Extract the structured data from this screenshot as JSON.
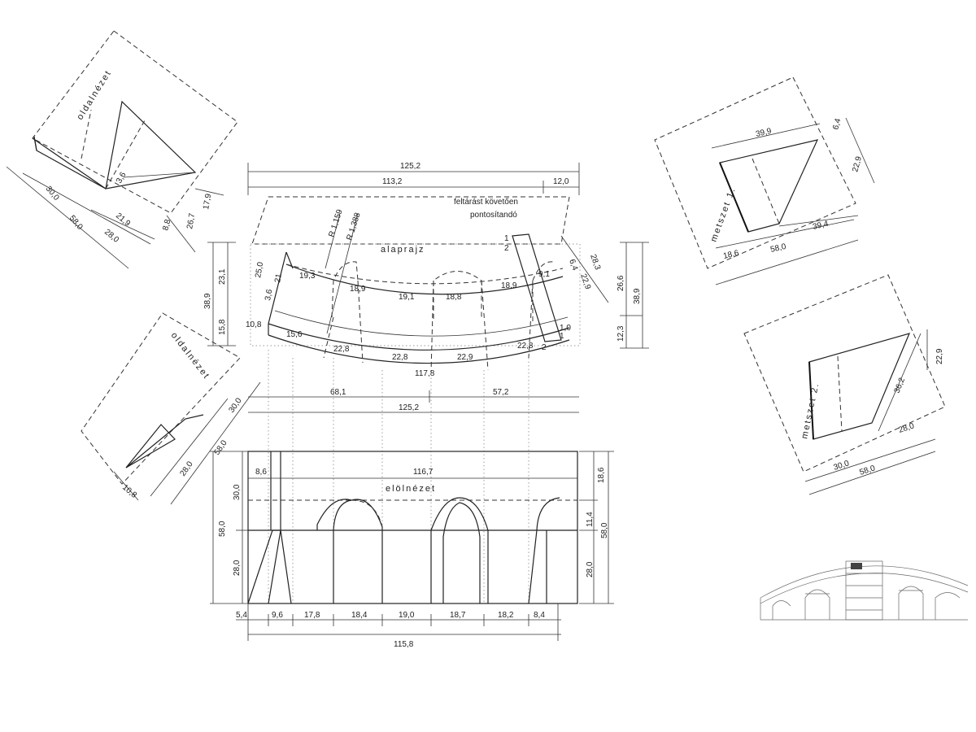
{
  "views": {
    "top_side_view_label": "oldalnézet",
    "left_side_view_label": "oldalnézet",
    "plan_label": "alaprajz",
    "front_view_label": "elölnézet",
    "section_1_label": "metszet 1.",
    "section_2_label": "metszet 2."
  },
  "notes": {
    "note_line_1": "feltárást követően",
    "note_line_2": "pontosítandó",
    "radius_inner": "R 1,159",
    "radius_outer": "R 1,388",
    "marker_1_left": "1",
    "marker_2_left": "2",
    "marker_1_right": "1",
    "marker_2_right": "2"
  },
  "dimensions": {
    "top": {
      "d1252": "125,2",
      "d1132": "113,2",
      "d120": "12,0"
    },
    "top_side_view": {
      "d300": "30,0",
      "d580": "58,0",
      "d219": "21,9",
      "d280": "28,0",
      "d36": "3,6",
      "d88": "8,8",
      "d179": "17,9",
      "d267": "26,7"
    },
    "plan_left": {
      "d389": "38,9",
      "d231": "23,1",
      "d158": "15,8",
      "d250": "25,0",
      "d21": "21",
      "d36": "3,6",
      "d108": "10,8"
    },
    "plan_arcs": {
      "d193": "19,3",
      "d189a": "18,9",
      "d191": "19,1",
      "d188": "18,8",
      "d189b": "18,9",
      "d91": "9,1",
      "d156": "15,6",
      "d228a": "22,8",
      "d228b": "22,8",
      "d229": "22,9",
      "d228c": "22,8",
      "d10": "1,0",
      "d1178": "117,8"
    },
    "plan_right": {
      "d64": "6,4",
      "d283": "28,3",
      "d229": "22,9",
      "d266": "26,6",
      "d389": "38,9",
      "d123": "12,3"
    },
    "middle": {
      "d681": "68,1",
      "d572": "57,2",
      "d1252": "125,2"
    },
    "left_side_view": {
      "d300": "30,0",
      "d580": "58,0",
      "d280": "28,0",
      "d108": "10,8"
    },
    "front": {
      "d86": "8,6",
      "d1167": "116,7",
      "d300": "30,0",
      "d580a": "58,0",
      "d280a": "28,0",
      "d186": "18,6",
      "d114": "11,4",
      "d580b": "58,0",
      "d280b": "28,0",
      "b54": "5,4",
      "b96": "9,6",
      "b178": "17,8",
      "b184": "18,4",
      "b190": "19,0",
      "b187": "18,7",
      "b182": "18,2",
      "b84": "8,4",
      "b1158": "115,8"
    },
    "section_1": {
      "d399": "39,9",
      "d64": "6,4",
      "d229": "22,9",
      "d394": "39,4",
      "d186": "18,6",
      "d580": "58,0"
    },
    "section_2": {
      "d229": "22,9",
      "d362": "36,2",
      "d280": "28,0",
      "d300": "30,0",
      "d580": "58,0"
    }
  }
}
